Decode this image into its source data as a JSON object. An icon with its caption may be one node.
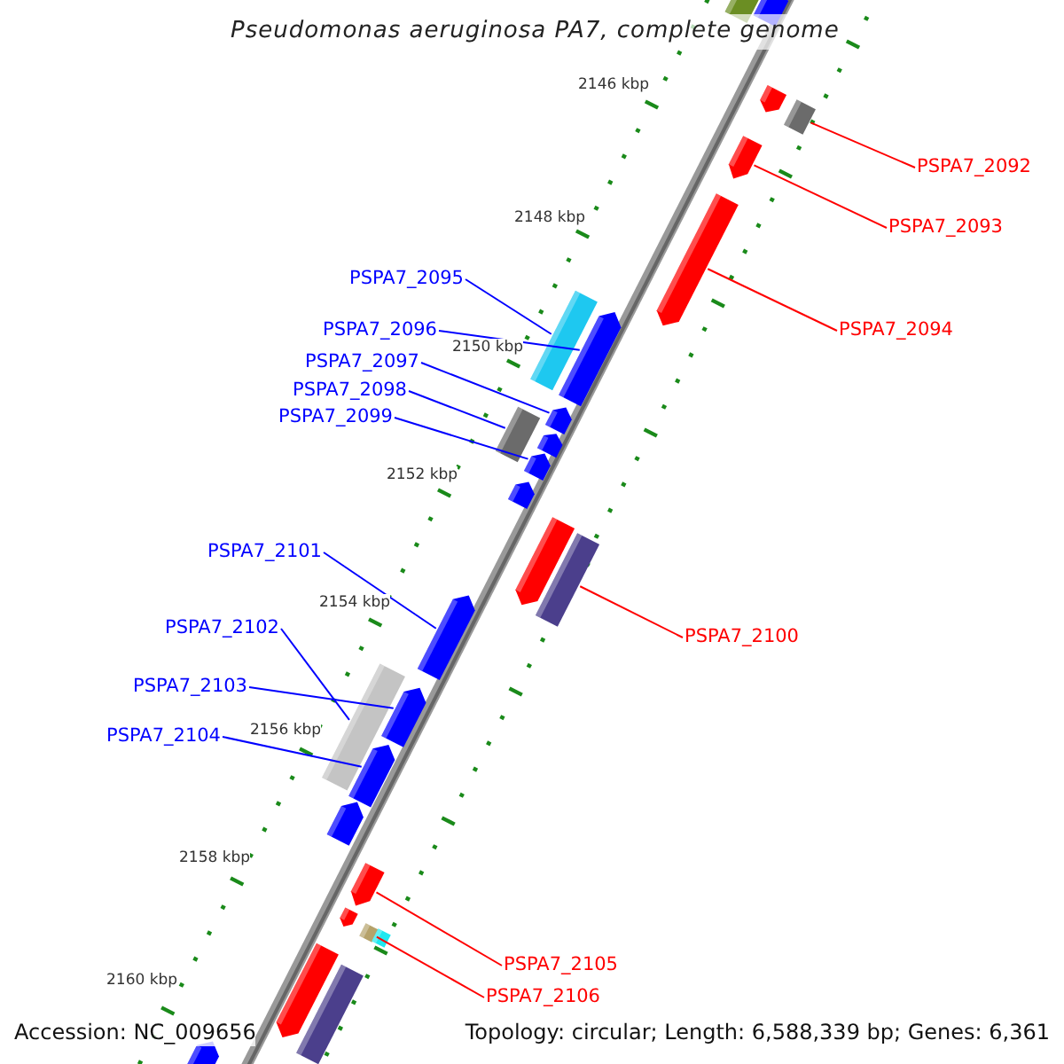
{
  "diagram": {
    "title": "Pseudomonas aeruginosa PA7, complete genome",
    "nodes": [
      {
        "text": [
          "PSPA7_2092"
        ]
      },
      {
        "text": [
          "PSPA7_2093"
        ]
      },
      {
        "text": [
          "PSPA7_2094"
        ]
      },
      {
        "text": [
          "PSPA7_2095"
        ]
      },
      {
        "text": [
          "PSPA7_2096"
        ]
      },
      {
        "text": [
          "PSPA7_2097"
        ]
      },
      {
        "text": [
          "PSPA7_2098"
        ]
      },
      {
        "text": [
          "PSPA7_2099"
        ]
      },
      {
        "text": [
          "PSPA7_2100"
        ]
      },
      {
        "text": [
          "PSPA7_2101"
        ]
      },
      {
        "text": [
          "PSPA7_2102"
        ]
      },
      {
        "text": [
          "PSPA7_2103"
        ]
      },
      {
        "text": [
          "PSPA7_2104"
        ]
      },
      {
        "text": [
          "PSPA7_2105"
        ]
      },
      {
        "text": [
          "PSPA7_2106"
        ]
      },
      {
        "text": [],
        "shape": "box"
      },
      {
        "text": [],
        "shape": "pentagon"
      },
      {
        "text": [],
        "shape": "pentagon"
      },
      {
        "text": [],
        "shape": "box"
      },
      {
        "text": [],
        "shape": "pentagon"
      },
      {
        "text": [],
        "shape": "pentagon"
      },
      {
        "text": [],
        "shape": "box"
      },
      {
        "text": [],
        "shape": "pentagon"
      },
      {
        "text": [],
        "shape": "box"
      },
      {
        "text": [],
        "shape": "pentagon"
      },
      {
        "text": [],
        "shape": "box"
      },
      {
        "text": [],
        "shape": "pentagon"
      },
      {
        "text": [],
        "shape": "pentagon"
      },
      {
        "text": [],
        "shape": "pentagon"
      },
      {
        "text": [],
        "shape": "box"
      },
      {
        "text": [],
        "shape": "pentagon"
      },
      {
        "text": [],
        "shape": "pentagon"
      },
      {
        "text": [],
        "shape": "pentagon"
      },
      {
        "text": [],
        "shape": "pentagon"
      },
      {
        "text": [],
        "shape": "pentagon"
      },
      {
        "text": [],
        "shape": "pentagon"
      },
      {
        "text": [],
        "shape": "box"
      },
      {
        "text": [],
        "shape": "pentagon"
      },
      {
        "text": [],
        "shape": "box"
      },
      {
        "text": [],
        "shape": "pentagon"
      },
      {
        "text": [],
        "shape": "box"
      },
      {
        "text": [],
        "shape": "pentagon"
      }
    ],
    "edges": [
      {
        "from": 0,
        "to": 15,
        "arrow": "none",
        "color": "#ff0000"
      },
      {
        "from": 1,
        "to": 16,
        "arrow": "none",
        "color": "#ff0000"
      },
      {
        "from": 2,
        "to": 17,
        "arrow": "none",
        "color": "#ff0000"
      },
      {
        "from": 3,
        "to": 18,
        "arrow": "none"
      },
      {
        "from": 4,
        "to": 19,
        "arrow": "none"
      },
      {
        "from": 5,
        "to": 20,
        "arrow": "none"
      },
      {
        "from": 6,
        "to": 21,
        "arrow": "none"
      },
      {
        "from": 7,
        "to": 22,
        "arrow": "none"
      },
      {
        "from": 8,
        "to": 23,
        "arrow": "none",
        "color": "#ff0000"
      },
      {
        "from": 9,
        "to": 24,
        "arrow": "none"
      },
      {
        "from": 10,
        "to": 25,
        "arrow": "none"
      },
      {
        "from": 11,
        "to": 26,
        "arrow": "none"
      },
      {
        "from": 12,
        "to": 27,
        "arrow": "none"
      },
      {
        "from": 13,
        "to": 28,
        "arrow": "none",
        "color": "#ff0000"
      },
      {
        "from": 14,
        "to": 29,
        "arrow": "none",
        "color": "#ff0000"
      }
    ],
    "labels": [
      "2146 kbp",
      "2148 kbp",
      "2150 kbp",
      "2152 kbp",
      "2154 kbp",
      "2156 kbp",
      "2158 kbp",
      "2160 kbp",
      "Accession: NC_009656",
      "Topology: circular; Length: 6,588,339 bp; Genes: 6,361"
    ]
  }
}
